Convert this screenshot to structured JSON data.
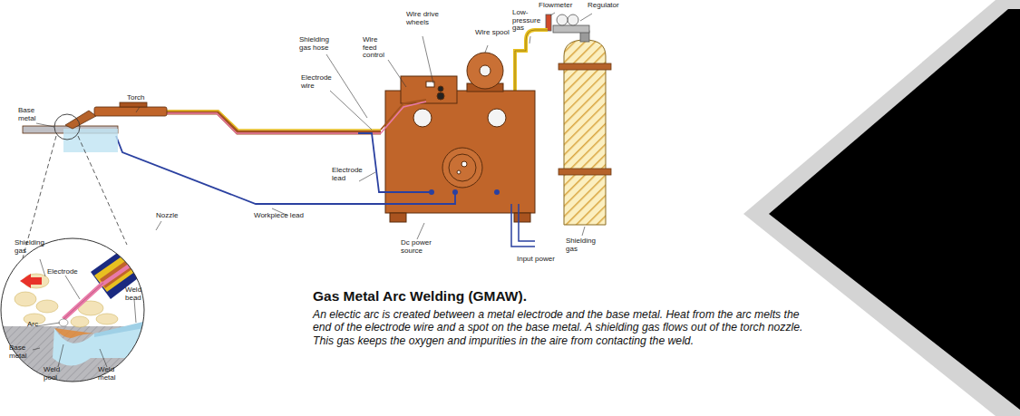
{
  "diagram": {
    "title": "Gas Metal Arc Welding (GMAW).",
    "caption": "An electic arc is created between a metal electrode and the base metal. Heat from the arc melts the end of the electrode wire and a spot on the base metal. A shielding gas flows out of the torch nozzle. This gas keeps the oxygen and impurities in the aire from contacting the weld.",
    "labels": [
      "Base metal",
      "Torch",
      "Shielding gas hose",
      "Wire drive wheels",
      "Wire feed control",
      "Electrode wire",
      "Wire spool",
      "Low-pressure gas",
      "Flowmeter",
      "Regulator",
      "Electrode lead",
      "Workpiece lead",
      "Dc power source",
      "Input power",
      "Shielding gas",
      "Nozzle",
      "Shielding gas",
      "Electrode",
      "Arc",
      "Base metal",
      "Weld pool",
      "Weld metal",
      "Weld bead"
    ]
  }
}
